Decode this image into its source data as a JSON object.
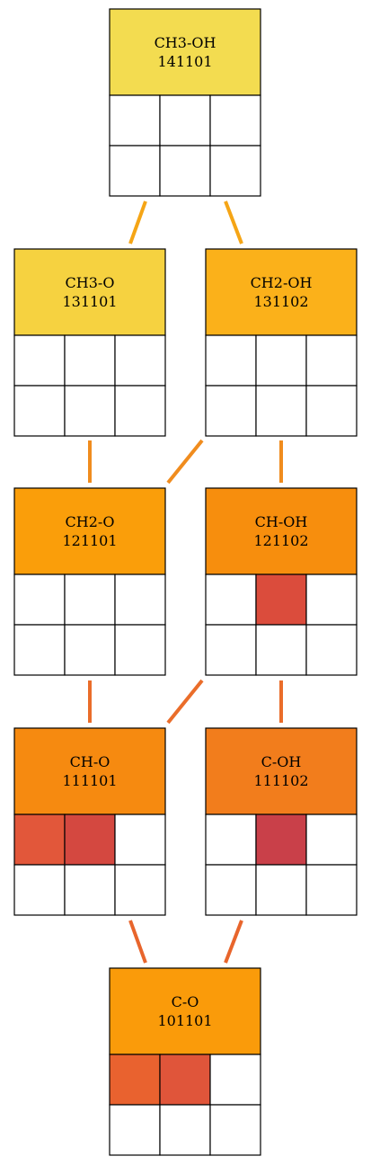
{
  "nodes": [
    {
      "id": "n-ch3-oh",
      "title": "CH3-OH",
      "code": "141101",
      "color": "#f3dc50",
      "cells": [
        "#ffffff",
        "#ffffff",
        "#ffffff",
        "#ffffff",
        "#ffffff",
        "#ffffff"
      ]
    },
    {
      "id": "n-ch3-o",
      "title": "CH3-O",
      "code": "131101",
      "color": "#f6d240",
      "cells": [
        "#ffffff",
        "#ffffff",
        "#ffffff",
        "#ffffff",
        "#ffffff",
        "#ffffff"
      ]
    },
    {
      "id": "n-ch2-oh",
      "title": "CH2-OH",
      "code": "131102",
      "color": "#fbb11a",
      "cells": [
        "#ffffff",
        "#ffffff",
        "#ffffff",
        "#ffffff",
        "#ffffff",
        "#ffffff"
      ]
    },
    {
      "id": "n-ch2-o",
      "title": "CH2-O",
      "code": "121101",
      "color": "#fa9e0a",
      "cells": [
        "#ffffff",
        "#ffffff",
        "#ffffff",
        "#ffffff",
        "#ffffff",
        "#ffffff"
      ]
    },
    {
      "id": "n-ch-oh",
      "title": "CH-OH",
      "code": "121102",
      "color": "#f78e0d",
      "cells": [
        "#ffffff",
        "#db4c3c",
        "#ffffff",
        "#ffffff",
        "#ffffff",
        "#ffffff"
      ]
    },
    {
      "id": "n-ch-o",
      "title": "CH-O",
      "code": "111101",
      "color": "#f68a10",
      "cells": [
        "#e2573a",
        "#d44840",
        "#ffffff",
        "#ffffff",
        "#ffffff",
        "#ffffff"
      ]
    },
    {
      "id": "n-c-oh",
      "title": "C-OH",
      "code": "111102",
      "color": "#f27d1c",
      "cells": [
        "#ffffff",
        "#c94049",
        "#ffffff",
        "#ffffff",
        "#ffffff",
        "#ffffff"
      ]
    },
    {
      "id": "n-c-o",
      "title": "C-O",
      "code": "101101",
      "color": "#fa9b0a",
      "cells": [
        "#e9622f",
        "#e0553a",
        "#ffffff",
        "#ffffff",
        "#ffffff",
        "#ffffff"
      ]
    }
  ],
  "edges": [
    {
      "from": "n-ch3-oh",
      "to": "n-ch3-o",
      "color": "#f5a516"
    },
    {
      "from": "n-ch3-oh",
      "to": "n-ch2-oh",
      "color": "#f5a516"
    },
    {
      "from": "n-ch3-o",
      "to": "n-ch2-o",
      "color": "#f08c1e"
    },
    {
      "from": "n-ch2-oh",
      "to": "n-ch2-o",
      "color": "#f08c1e"
    },
    {
      "from": "n-ch2-oh",
      "to": "n-ch-oh",
      "color": "#f08c1e"
    },
    {
      "from": "n-ch2-o",
      "to": "n-ch-o",
      "color": "#ea6d2a"
    },
    {
      "from": "n-ch-oh",
      "to": "n-ch-o",
      "color": "#ea6d2a"
    },
    {
      "from": "n-ch-oh",
      "to": "n-c-oh",
      "color": "#ea6d2a"
    },
    {
      "from": "n-ch-o",
      "to": "n-c-o",
      "color": "#e8652c"
    },
    {
      "from": "n-c-oh",
      "to": "n-c-o",
      "color": "#e8652c"
    }
  ]
}
